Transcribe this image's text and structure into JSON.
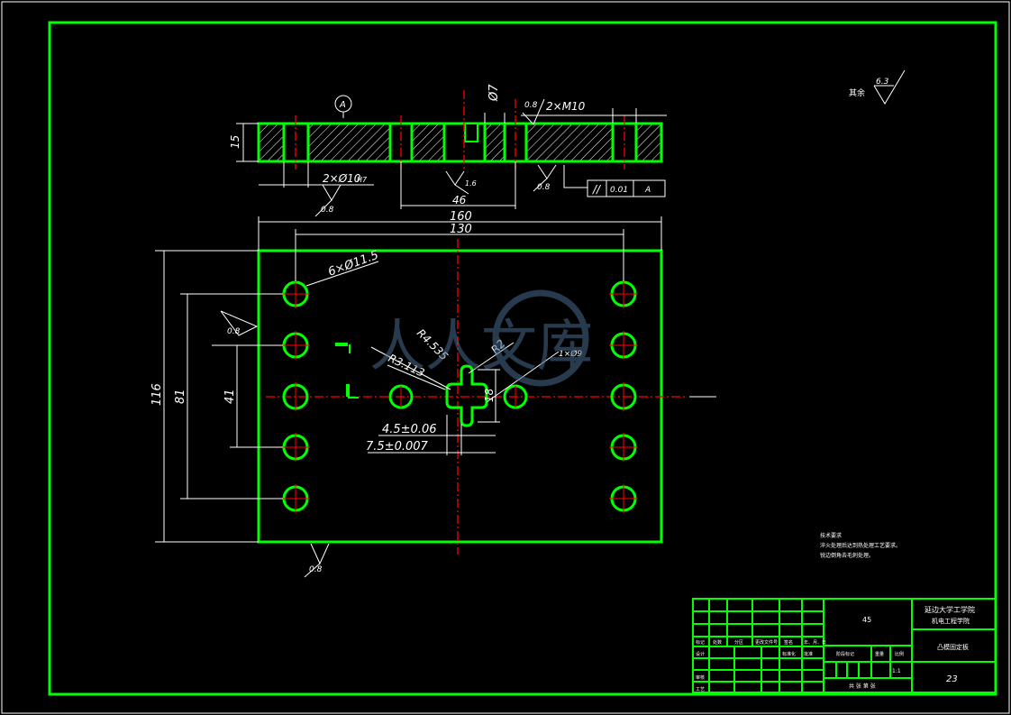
{
  "drawing": {
    "colors": {
      "background": "#000000",
      "outline": "#00ff00",
      "dimension": "#ffffff",
      "centerline": "#ff0000",
      "watermark": "#4a6a8c"
    },
    "section_view": {
      "dims": {
        "thickness": "15",
        "datum": "A",
        "dia_top": "Ø7",
        "thread": "2×M10",
        "rough_thread": "0.8",
        "holes_dia": "2×Ø10",
        "holes_tol": "H7",
        "rough_holes": "0.8",
        "width_46": "46",
        "rough_46": "1.6",
        "rough_bottom": "0.8",
        "parallel_tol": "0.01",
        "parallel_ref": "A"
      }
    },
    "plan_view": {
      "dims": {
        "overall_width": "160",
        "hole_span": "130",
        "height": "116",
        "hole_span_v": "81",
        "pitch_v": "41",
        "holes": "6×Ø11.5",
        "r_outer": "R4.535",
        "r_mid": "R3.113",
        "r_small": "R2",
        "hole_note": "1×Ø9",
        "slot_h": "18",
        "tol_a": "4.5±0.06",
        "tol_b": "7.5±0.007",
        "rough_side": "0.8",
        "rough_bottom": "0.8"
      }
    },
    "roughness_note": {
      "label": "其余",
      "value": "6.3"
    },
    "tech_notes": [
      "技术要求",
      "淬火处理后达到热处理工艺要求。",
      "锐边倒角去毛刺处理。"
    ],
    "watermark": "人人文库",
    "title_block": {
      "school": "延边大学工学院",
      "dept": "机电工程学院",
      "part_name": "凸模固定板",
      "material": "45",
      "scale": "1:1",
      "drawing_no": "23",
      "sheet": "共 张 第 张",
      "row_labels": [
        "标记",
        "处数",
        "分区",
        "更改文件号",
        "签名",
        "年、月、日"
      ],
      "left_labels": [
        "设计",
        "审核",
        "工艺"
      ],
      "std_label": "标准化",
      "approve_label": "批准",
      "stage_label": "阶段标记",
      "weight_label": "重量",
      "scale_label": "比例"
    }
  }
}
